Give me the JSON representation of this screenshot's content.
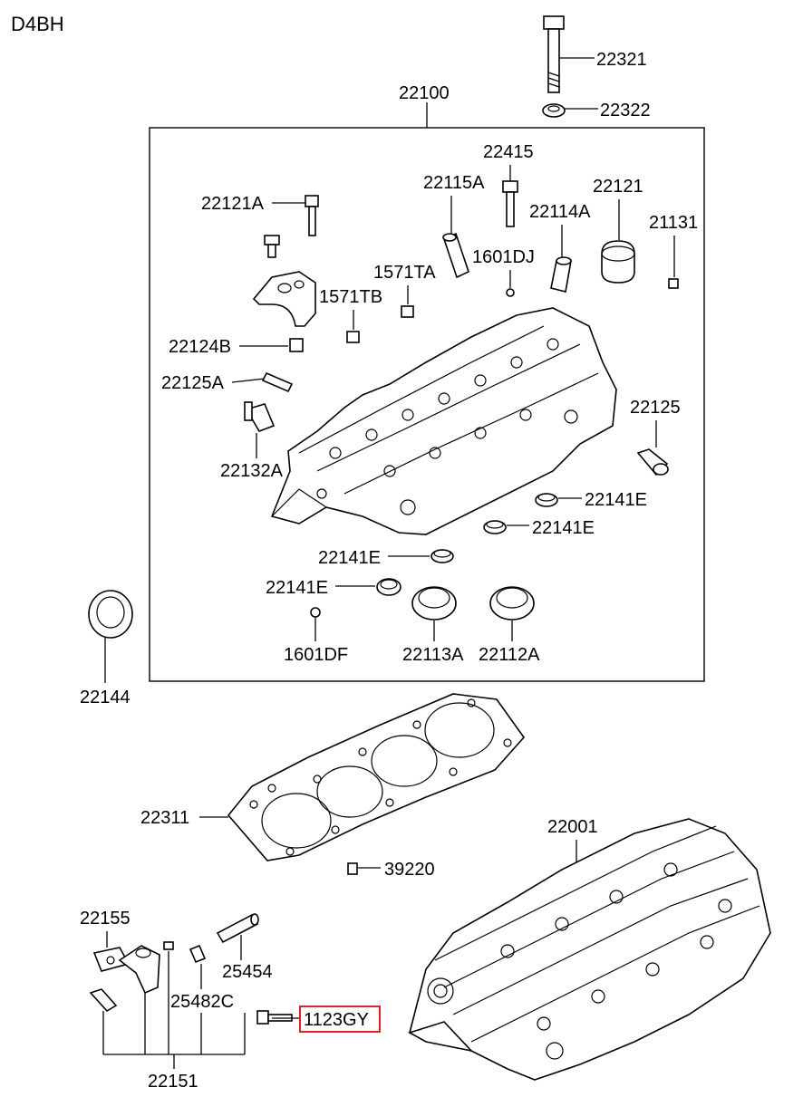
{
  "engine_code": "D4BH",
  "labels": {
    "p22321": "22321",
    "p22322": "22322",
    "p22100": "22100",
    "p22415": "22415",
    "p22115A": "22115A",
    "p22121": "22121",
    "p22121A": "22121A",
    "p22114A": "22114A",
    "p21131": "21131",
    "p1601DJ": "1601DJ",
    "p1571TA": "1571TA",
    "p1571TB": "1571TB",
    "p22124B": "22124B",
    "p22125A": "22125A",
    "p22125": "22125",
    "p22132A": "22132A",
    "p22141E_1": "22141E",
    "p22141E_2": "22141E",
    "p22141E_3": "22141E",
    "p22141E_4": "22141E",
    "p1601DF": "1601DF",
    "p22113A": "22113A",
    "p22112A": "22112A",
    "p22144": "22144",
    "p22311": "22311",
    "p22001": "22001",
    "p39220": "39220",
    "p22155": "22155",
    "p25454": "25454",
    "p25482C": "25482C",
    "p1123GY": "1123GY",
    "p22151": "22151"
  },
  "highlighted_part": "1123GY",
  "colors": {
    "highlight": "#e0232a",
    "line": "#000000",
    "background": "#ffffff"
  }
}
